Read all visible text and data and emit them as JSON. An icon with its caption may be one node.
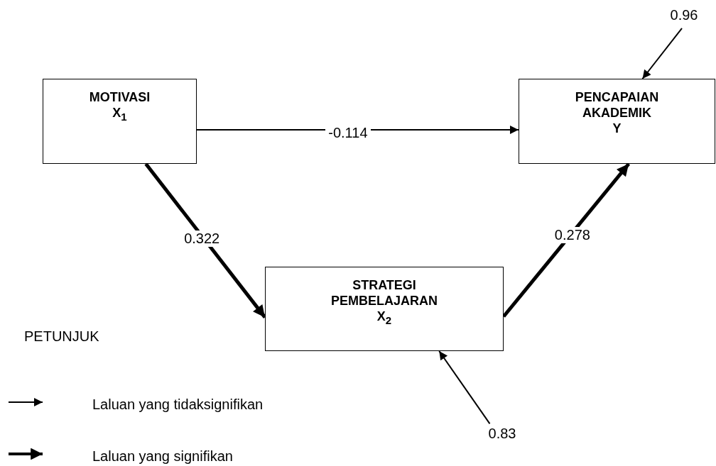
{
  "diagram": {
    "nodes": [
      {
        "text": [
          "MOTIVASI",
          "X$_{1}$"
        ]
      },
      {
        "text": [
          "PENCAPAIAN AKADEMIK",
          "Y"
        ]
      },
      {
        "text": [
          "STRATEGI PEMBELAJARAN",
          "X$_{2}$"
        ]
      },
      {
        "text": [
          "0.96"
        ]
      },
      {
        "text": [
          "0.83"
        ]
      }
    ],
    "edges": [
      {
        "from": 0,
        "to": 1,
        "arrow": "to",
        "label": "-0.114"
      },
      {
        "from": 0,
        "to": 2,
        "arrow": "to",
        "label": "0.322",
        "style": "thick"
      },
      {
        "from": 2,
        "to": 1,
        "arrow": "to",
        "label": "0.278",
        "style": "thick"
      },
      {
        "from": 3,
        "to": 1,
        "arrow": "to"
      },
      {
        "from": 4,
        "to": 2,
        "arrow": "to"
      }
    ],
    "labels": [
      "PETUNJUK"
    ],
    "legend": [
      {
        "text": "Laluan yang tidaksignifikan"
      },
      {
        "text": "Laluan yang signifikan"
      }
    ]
  }
}
